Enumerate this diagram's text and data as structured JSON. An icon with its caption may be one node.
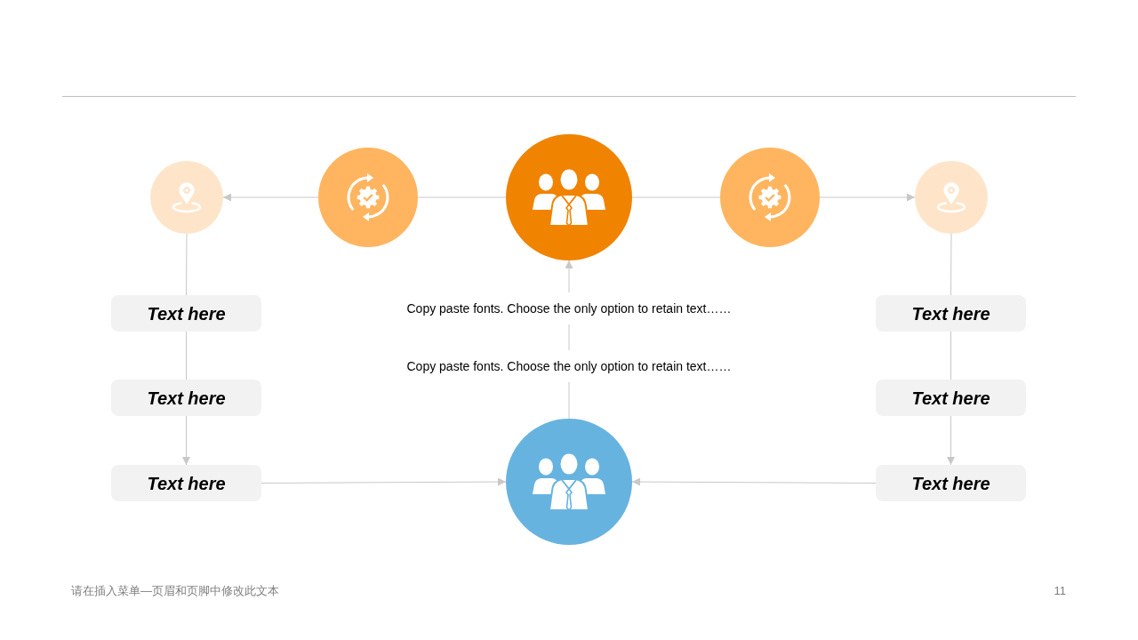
{
  "diagram": {
    "nodes": [
      {
        "text": [],
        "shape": "circle"
      },
      {
        "text": [],
        "shape": "circle"
      },
      {
        "text": [],
        "shape": "circle"
      },
      {
        "text": [],
        "shape": "circle"
      },
      {
        "text": [],
        "shape": "circle"
      },
      {
        "text": [
          "Text here"
        ]
      },
      {
        "text": [
          "Copy paste fonts. Choose the only option to retain text……"
        ]
      },
      {
        "text": [
          "Text here"
        ]
      },
      {
        "text": [
          "Text here"
        ]
      },
      {
        "text": [
          "Copy paste fonts. Choose the only option to retain text……"
        ]
      },
      {
        "text": [
          "Text here"
        ]
      },
      {
        "text": [
          "Text here"
        ]
      },
      {
        "text": [],
        "shape": "circle"
      },
      {
        "text": [
          "Text here"
        ]
      }
    ],
    "edges": [
      {
        "from": 2,
        "to": 1,
        "arrow": "none"
      },
      {
        "from": 1,
        "to": 0,
        "arrow": "to"
      },
      {
        "from": 2,
        "to": 3,
        "arrow": "none"
      },
      {
        "from": 3,
        "to": 4,
        "arrow": "to"
      },
      {
        "from": 0,
        "to": 5,
        "arrow": "none"
      },
      {
        "from": 5,
        "to": 8,
        "arrow": "none"
      },
      {
        "from": 8,
        "to": 11,
        "arrow": "to"
      },
      {
        "from": 11,
        "to": 12,
        "arrow": "to"
      },
      {
        "from": 4,
        "to": 7,
        "arrow": "none"
      },
      {
        "from": 7,
        "to": 10,
        "arrow": "none"
      },
      {
        "from": 10,
        "to": 13,
        "arrow": "to"
      },
      {
        "from": 13,
        "to": 12,
        "arrow": "to"
      },
      {
        "from": 12,
        "to": 9,
        "arrow": "none"
      },
      {
        "from": 9,
        "to": 6,
        "arrow": "none"
      },
      {
        "from": 6,
        "to": 2,
        "arrow": "to"
      }
    ],
    "labels": [
      "请在插入菜单—页眉和页脚中修改此文本",
      "11"
    ]
  }
}
